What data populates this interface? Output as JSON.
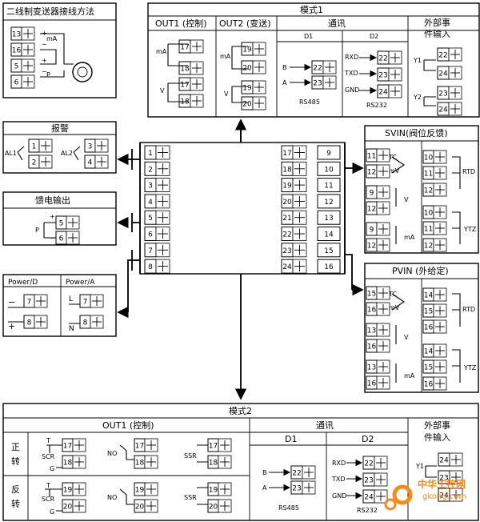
{
  "panels": {
    "two_wire": {
      "title": "二线制变送器接线方法",
      "terminals": [
        "13",
        "16",
        "5",
        "6"
      ],
      "labels": {
        "ma": "mA",
        "p": "P",
        "plus_a": "+",
        "minus_a": "−",
        "plus_b": "+",
        "minus_b": "−"
      }
    },
    "mode1": {
      "title": "模式1",
      "out1": "OUT1 (控制)",
      "out2": "OUT2 (变送)",
      "comm": "通讯",
      "ext_line1": "外部事",
      "ext_line2": "件输入",
      "d1": "D1",
      "d2": "D2",
      "out1_terms": [
        "17",
        "18",
        "17",
        "18"
      ],
      "out2_terms": [
        "19",
        "20",
        "19",
        "20"
      ],
      "ma": "mA",
      "v": "V",
      "b": "B",
      "a": "A",
      "rs485": "RS485",
      "d1_terms": [
        "22",
        "23"
      ],
      "rxd": "RXD",
      "txd": "TXD",
      "gnd": "GND",
      "rs232": "RS232",
      "d2_terms": [
        "22",
        "23",
        "24"
      ],
      "y1": "Y1",
      "y2": "Y2",
      "ext_terms": [
        "22",
        "24",
        "23",
        "24"
      ]
    },
    "alarm": {
      "title": "报警",
      "al1": "AL1",
      "al2": "AL2",
      "terms": [
        "1",
        "2",
        "3",
        "4"
      ]
    },
    "feed": {
      "title": "馈电输出",
      "p": "P",
      "terms": [
        "5",
        "6"
      ],
      "plus": "+",
      "minus": "−"
    },
    "power": {
      "d_title": "Power/D",
      "a_title": "Power/A",
      "d_terms": [
        "7",
        "8"
      ],
      "a_terms": [
        "7",
        "8"
      ],
      "minus": "−",
      "plus": "+",
      "l": "L",
      "n": "N"
    },
    "center": {
      "left": [
        "1",
        "2",
        "3",
        "4",
        "5",
        "6",
        "7",
        "8"
      ],
      "right_a": [
        "17",
        "18",
        "19",
        "20",
        "21",
        "22",
        "23",
        "24"
      ],
      "right_b": [
        "9",
        "10",
        "11",
        "12",
        "13",
        "14",
        "15",
        "16"
      ]
    },
    "svin": {
      "title": "SVIN(阀位反馈)",
      "tc": "TC",
      "mv": "mV",
      "v": "V",
      "ma": "mA",
      "rtd": "RTD",
      "ytz": "YTZ",
      "left_terms": [
        "11",
        "12",
        "9",
        "12",
        "9",
        "12"
      ],
      "right_terms": [
        "10",
        "11",
        "12",
        "10",
        "11",
        "12"
      ]
    },
    "pvin": {
      "title": "PVIN (外给定)",
      "tc": "TC",
      "mv": "mV",
      "v": "V",
      "ma": "mA",
      "rtd": "RTD",
      "ytz": "YTZ",
      "left_terms": [
        "15",
        "16",
        "13",
        "16",
        "13",
        "16"
      ],
      "right_terms": [
        "14",
        "15",
        "16",
        "14",
        "15",
        "16"
      ]
    },
    "mode2": {
      "title": "模式2",
      "out1": "OUT1 (控制)",
      "comm": "通讯",
      "ext_line1": "外部事",
      "ext_line2": "件输入",
      "d1": "D1",
      "d2": "D2",
      "fwd": [
        "正",
        "转"
      ],
      "rev": [
        "反",
        "转"
      ],
      "t": "T",
      "scr": "SCR",
      "g": "G",
      "no": "NO",
      "ssr": "SSR",
      "fwd_terms": [
        "17",
        "18"
      ],
      "rev_terms": [
        "19",
        "20"
      ],
      "b": "B",
      "a": "A",
      "rs485": "RS485",
      "d1_terms": [
        "22",
        "23"
      ],
      "rxd": "RXD",
      "txd": "TXD",
      "gnd": "GND",
      "rs232": "RS232",
      "d2_terms": [
        "22",
        "23",
        "24"
      ],
      "y1": "Y1",
      "ext_terms": [
        "24",
        "23",
        "24"
      ]
    }
  },
  "watermark": {
    "line1": "中华工控网",
    "line2": "gkong.com",
    "color": "#f28c1e"
  }
}
